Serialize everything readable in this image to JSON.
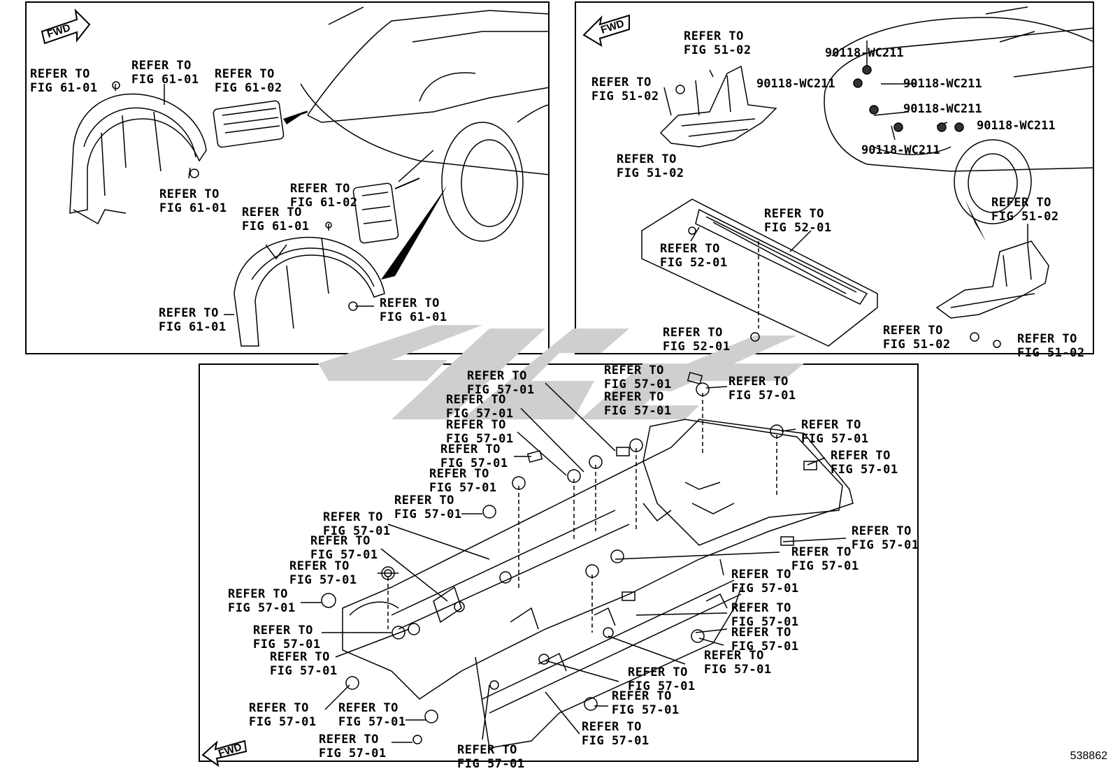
{
  "fwd_label": "FWD",
  "drawing_number": "538862",
  "refer_to": "REFER TO",
  "figs": {
    "f6101": "FIG 61-01",
    "f6102": "FIG 61-02",
    "f5102": "FIG 51-02",
    "f5201": "FIG 52-01",
    "f5701": "FIG 57-01"
  },
  "part_number": "90118-WC211"
}
